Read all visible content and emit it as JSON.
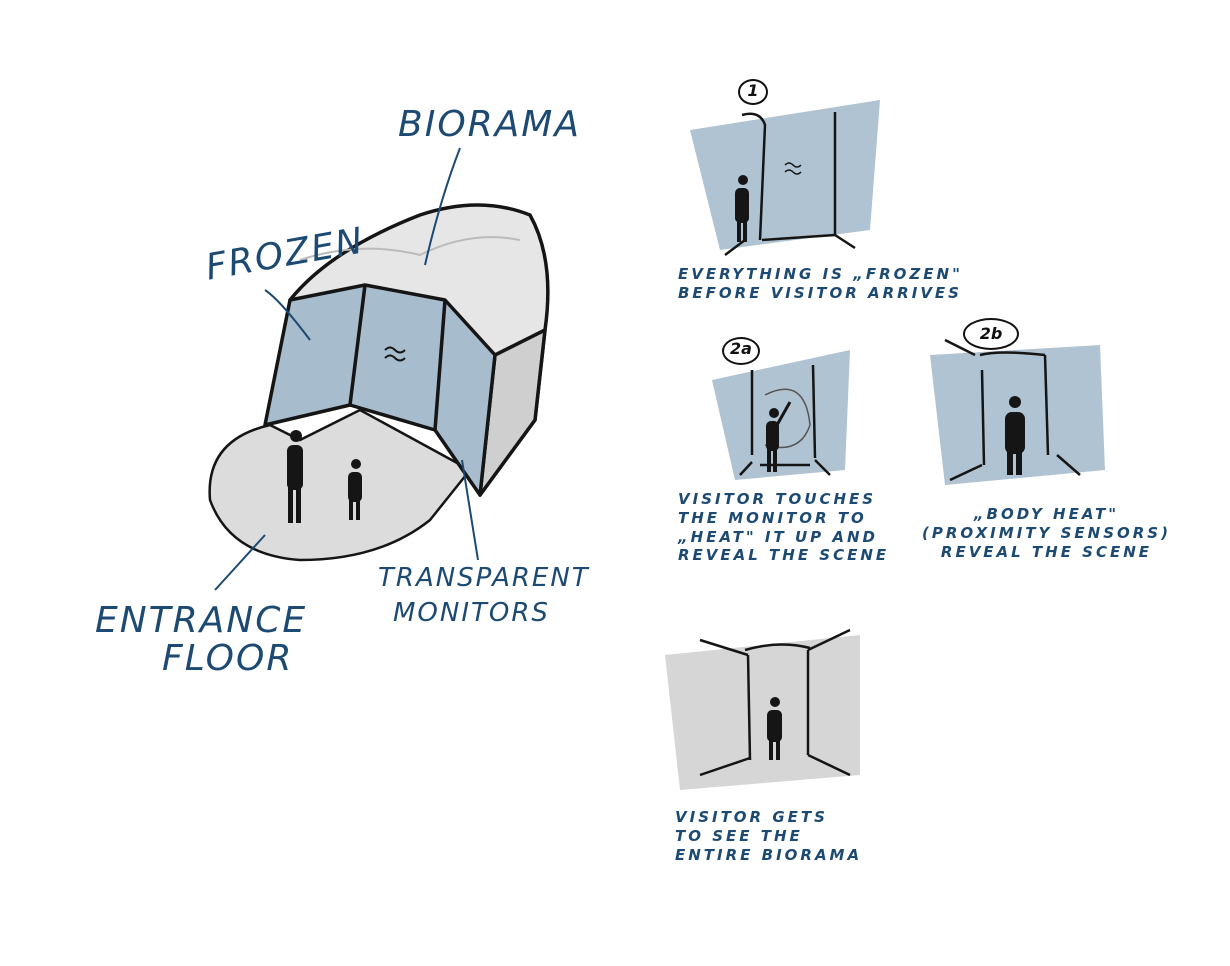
{
  "colors": {
    "ink": "#1d4a72",
    "frost": "#a7bccd",
    "floor": "#d9d9d9",
    "line": "#151515"
  },
  "main_sketch": {
    "labels": {
      "biorama": "Biorama",
      "frozen": "Frozen",
      "entrance_floor_line1": "Entrance",
      "entrance_floor_line2": "Floor",
      "transparent_line1": "Transparent",
      "transparent_line2": "Monitors"
    }
  },
  "steps": [
    {
      "number": "1",
      "caption": [
        "Everything is „Frozen\"",
        "before visitor arrives"
      ]
    },
    {
      "number": "2a",
      "caption": [
        "Visitor touches",
        "the monitor to",
        "„Heat\" it up and",
        "reveal the scene"
      ]
    },
    {
      "number": "2b",
      "caption": [
        "„Body heat\"",
        "(Proximity sensors)",
        "reveal the scene"
      ]
    },
    {
      "caption": [
        "Visitor gets",
        "to see the",
        "entire biorama"
      ]
    }
  ]
}
